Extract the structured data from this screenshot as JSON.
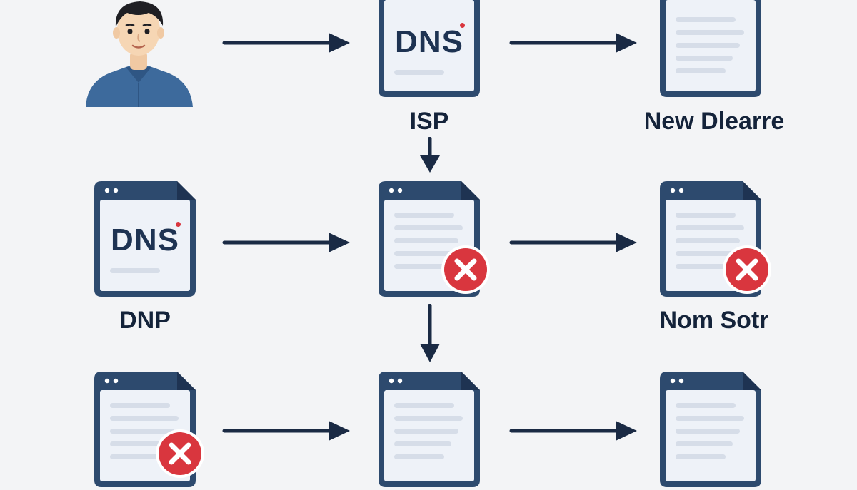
{
  "colors": {
    "navy": "#2d4a6e",
    "navy_dark": "#1e3352",
    "window_fill": "#eef2f8",
    "line_fill": "#d6dde8",
    "error_red": "#d9363e",
    "arrow": "#1a2a44",
    "background": "#f3f4f6"
  },
  "nodes": {
    "user": {
      "icon": "user-avatar-icon"
    },
    "isp": {
      "dns_text": "DNS",
      "label": "ISP"
    },
    "new_dlearre": {
      "label": "New Dlearre"
    },
    "dnp": {
      "dns_text": "DNS",
      "label": "DNP"
    },
    "middle_error": {
      "icon": "error-icon"
    },
    "nom_sotr": {
      "label": "Nom Sotr",
      "icon": "error-icon"
    },
    "bottom_left": {
      "icon": "error-icon"
    },
    "bottom_middle": {},
    "bottom_right": {}
  },
  "edges": [
    {
      "from": "user",
      "to": "isp"
    },
    {
      "from": "isp",
      "to": "new_dlearre"
    },
    {
      "from": "isp",
      "to": "middle_error"
    },
    {
      "from": "dnp",
      "to": "middle_error"
    },
    {
      "from": "middle_error",
      "to": "nom_sotr"
    },
    {
      "from": "middle_error",
      "to": "bottom_middle"
    },
    {
      "from": "bottom_left",
      "to": "bottom_middle"
    },
    {
      "from": "bottom_middle",
      "to": "bottom_right"
    }
  ]
}
